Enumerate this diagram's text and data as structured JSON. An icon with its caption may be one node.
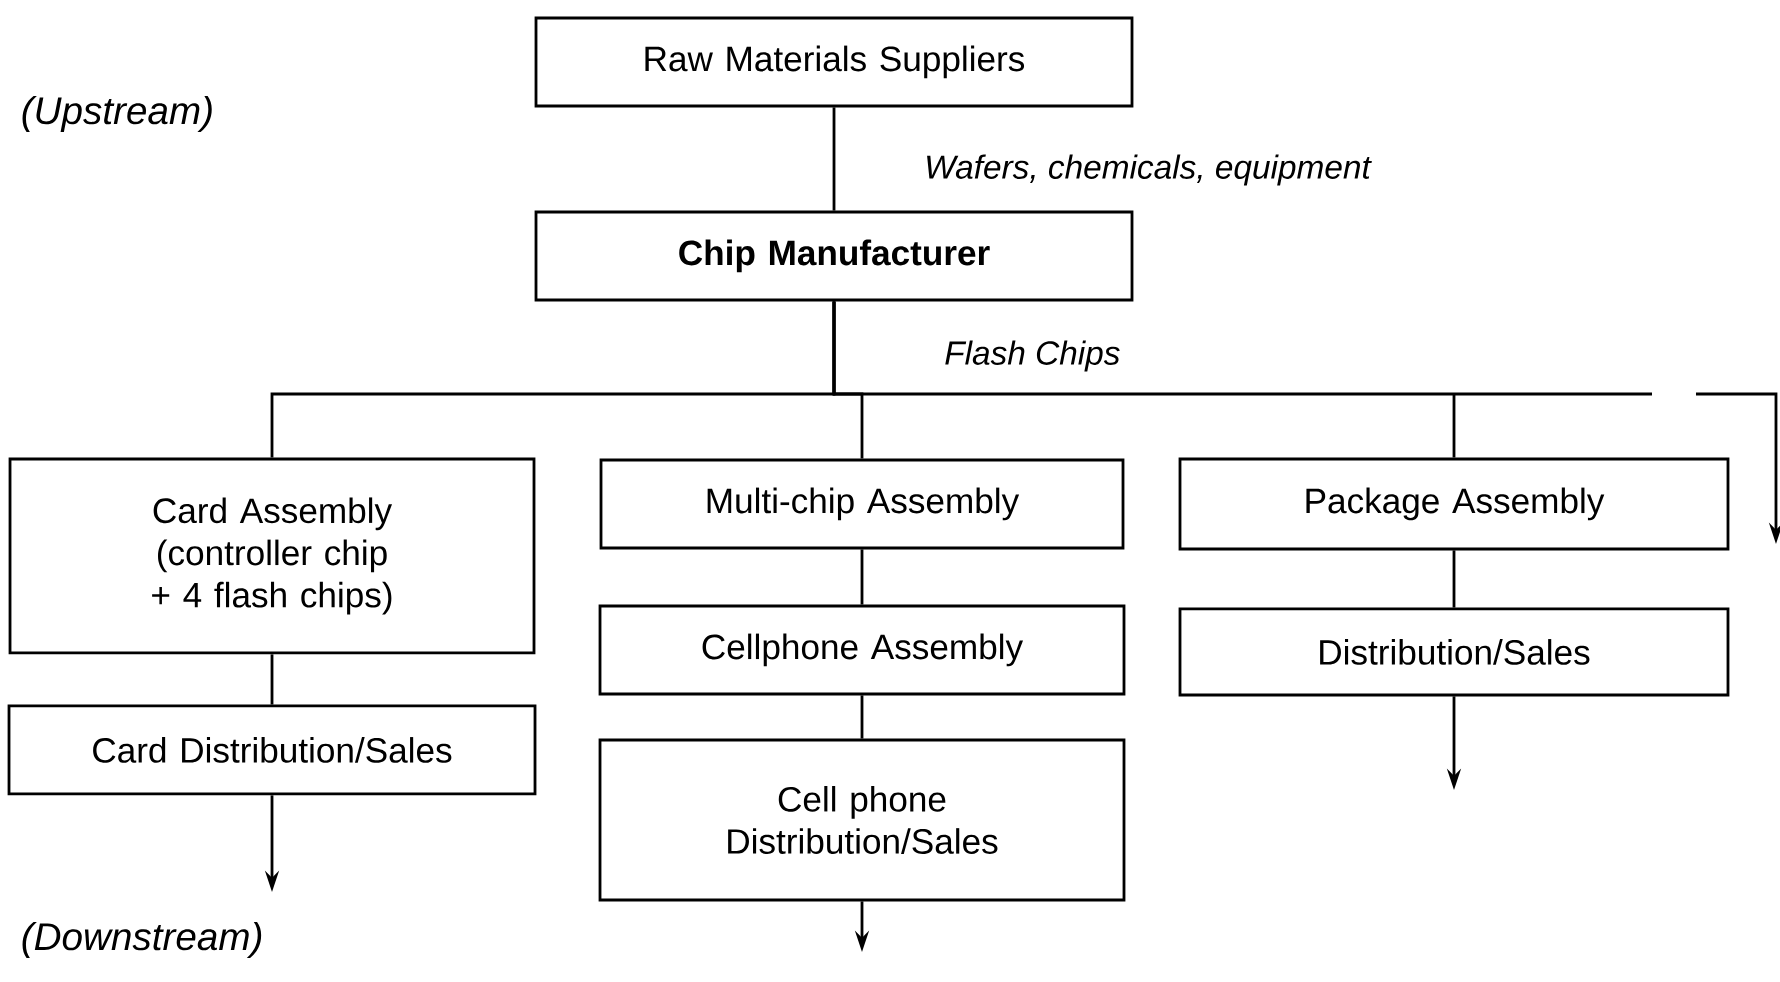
{
  "diagram": {
    "nodes": [
      {
        "text": [
          "Raw Materials Suppliers"
        ]
      },
      {
        "text": [
          "Chip Manufacturer"
        ]
      },
      {
        "text": [
          "Card Assembly (controller chip + 4 flash chips)"
        ]
      },
      {
        "text": [
          "Multi-chip Assembly"
        ]
      },
      {
        "text": [
          "Package Assembly"
        ]
      },
      {
        "text": [
          "Card Distribution/Sales"
        ]
      },
      {
        "text": [
          "Cellphone Assembly"
        ]
      },
      {
        "text": [
          "Cell phone Distribution/Sales"
        ]
      },
      {
        "text": [
          "Distribution/Sales"
        ]
      }
    ],
    "edges": [
      {
        "from": 0,
        "to": 1,
        "arrow": "none",
        "label": "Wafers, chemicals, equipment"
      },
      {
        "from": 1,
        "to": 2,
        "arrow": "none"
      },
      {
        "from": 1,
        "to": 3,
        "arrow": "none"
      },
      {
        "from": 1,
        "to": 4,
        "arrow": "none",
        "label": "Flash Chips"
      },
      {
        "from": 1,
        "to": null,
        "arrow": "to"
      },
      {
        "from": 2,
        "to": 5,
        "arrow": "none"
      },
      {
        "from": 3,
        "to": 6,
        "arrow": "none"
      },
      {
        "from": 6,
        "to": 7,
        "arrow": "none"
      },
      {
        "from": 4,
        "to": 8,
        "arrow": "none"
      },
      {
        "from": 5,
        "to": null,
        "arrow": "to"
      },
      {
        "from": 7,
        "to": null,
        "arrow": "to"
      },
      {
        "from": 8,
        "to": null,
        "arrow": "to"
      }
    ],
    "labels": [
      "(Upstream)",
      "(Downstream)"
    ]
  }
}
